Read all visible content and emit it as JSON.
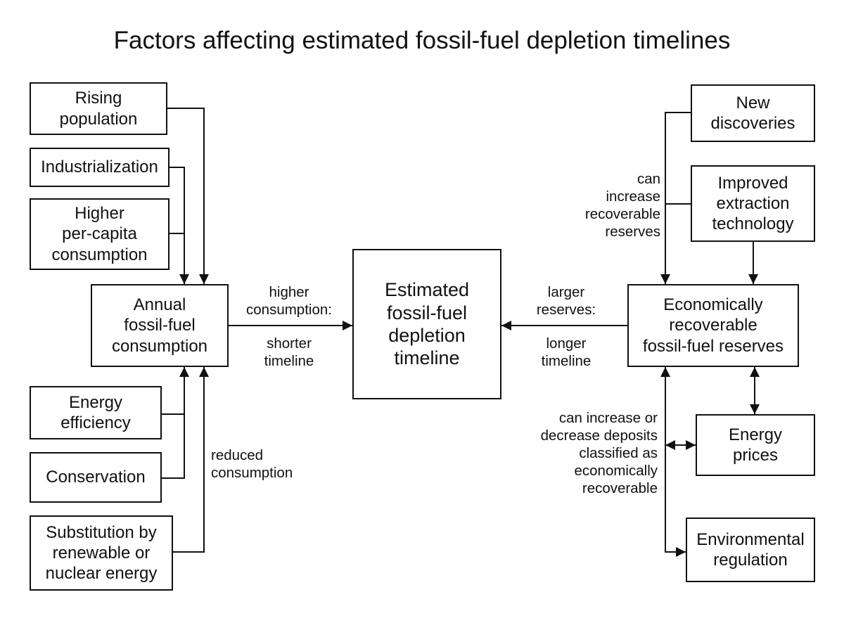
{
  "title": "Factors affecting estimated fossil-fuel depletion timelines",
  "nodes": {
    "rising_population": "Rising\npopulation",
    "industrialization": "Industrialization",
    "higher_per_capita": "Higher\nper-capita\nconsumption",
    "annual_consumption": "Annual\nfossil-fuel\nconsumption",
    "energy_efficiency": "Energy\nefficiency",
    "conservation": "Conservation",
    "substitution": "Substitution by\nrenewable or\nnuclear energy",
    "depletion_timeline": "Estimated\nfossil-fuel\ndepletion\ntimeline",
    "new_discoveries": "New\ndiscoveries",
    "improved_extraction": "Improved\nextraction\ntechnology",
    "recoverable_reserves": "Economically\nrecoverable\nfossil-fuel reserves",
    "energy_prices": "Energy\nprices",
    "environmental_regulation": "Environmental\nregulation"
  },
  "edge_labels": {
    "higher_consumption": "higher\nconsumption:",
    "shorter_timeline": "shorter\ntimeline",
    "reduced_consumption": "reduced\nconsumption",
    "larger_reserves": "larger\nreserves:",
    "longer_timeline": "longer\ntimeline",
    "can_increase_reserves": "can\nincrease\nrecoverable\nreserves",
    "increase_or_decrease": "can increase or\ndecrease deposits\nclassified as\neconomically\nrecoverable"
  }
}
